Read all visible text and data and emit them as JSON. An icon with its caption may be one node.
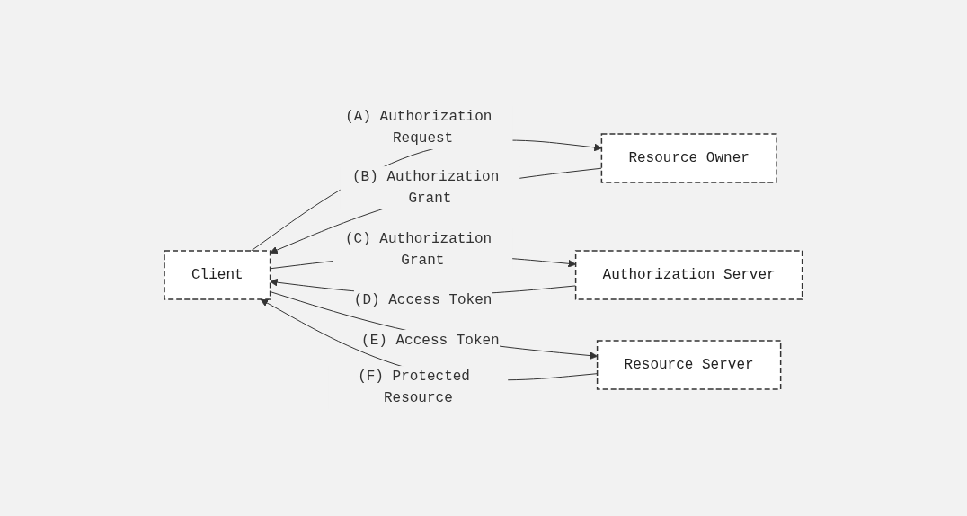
{
  "diagram": {
    "nodes": [
      {
        "text": [
          "Client"
        ]
      },
      {
        "text": [
          "Resource Owner"
        ]
      },
      {
        "text": [
          "Authorization Server"
        ]
      },
      {
        "text": [
          "Resource Server"
        ]
      }
    ],
    "edges": [
      {
        "from": 0,
        "to": 1,
        "arrow": "to",
        "label": "(A) Authorization Request"
      },
      {
        "from": 1,
        "to": 0,
        "arrow": "to",
        "label": "(B) Authorization Grant"
      },
      {
        "from": 0,
        "to": 2,
        "arrow": "to",
        "label": "(C) Authorization Grant"
      },
      {
        "from": 2,
        "to": 0,
        "arrow": "to",
        "label": "(D) Access Token"
      },
      {
        "from": 0,
        "to": 3,
        "arrow": "to",
        "label": "(E) Access Token"
      },
      {
        "from": 3,
        "to": 0,
        "arrow": "to",
        "label": "(F) Protected Resource"
      }
    ]
  }
}
